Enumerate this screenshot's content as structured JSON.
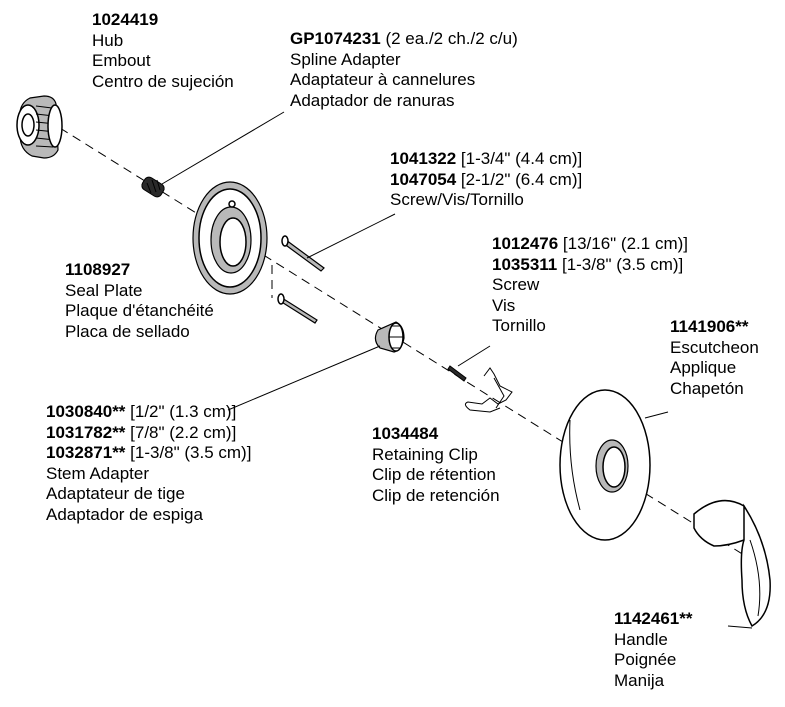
{
  "parts": [
    {
      "id": "hub",
      "number": "1024419",
      "spec": "",
      "asterisks": "",
      "names": [
        "Hub",
        "Embout",
        "Centro de sujeción"
      ]
    },
    {
      "id": "spline-adapter",
      "number": "GP1074231",
      "spec": " (2 ea./2 ch./2 c/u)",
      "asterisks": "",
      "names": [
        "Spline Adapter",
        "Adaptateur à cannelures",
        "Adaptador de ranuras"
      ]
    },
    {
      "id": "screw-long",
      "entries": [
        {
          "number": "1041322",
          "spec": " [1-3/4\" (4.4 cm)]"
        },
        {
          "number": "1047054",
          "spec": " [2-1/2\" (6.4 cm)]"
        }
      ],
      "names": [
        "Screw/Vis/Tornillo"
      ]
    },
    {
      "id": "seal-plate",
      "number": "1108927",
      "spec": "",
      "asterisks": "",
      "names": [
        "Seal Plate",
        "Plaque d'étanchéité",
        "Placa de sellado"
      ]
    },
    {
      "id": "screw-short",
      "entries": [
        {
          "number": "1012476",
          "spec": " [13/16\" (2.1 cm)]"
        },
        {
          "number": "1035311",
          "spec": " [1-3/8\" (3.5 cm)]"
        }
      ],
      "names": [
        "Screw",
        "Vis",
        "Tornillo"
      ]
    },
    {
      "id": "escutcheon",
      "number": "1141906",
      "spec": "",
      "asterisks": "**",
      "names": [
        "Escutcheon",
        "Applique",
        "Chapetón"
      ]
    },
    {
      "id": "stem-adapter",
      "entries": [
        {
          "number": "1030840",
          "asterisks": "**",
          "spec": " [1/2\" (1.3 cm)]"
        },
        {
          "number": "1031782",
          "asterisks": "**",
          "spec": " [7/8\" (2.2 cm)]"
        },
        {
          "number": "1032871",
          "asterisks": "**",
          "spec": " [1-3/8\" (3.5 cm)]"
        }
      ],
      "names": [
        "Stem Adapter",
        "Adaptateur de tige",
        "Adaptador de espiga"
      ]
    },
    {
      "id": "retaining-clip",
      "number": "1034484",
      "spec": "",
      "asterisks": "",
      "names": [
        "Retaining Clip",
        "Clip de rétention",
        "Clip de retención"
      ]
    },
    {
      "id": "handle",
      "number": "1142461",
      "spec": "",
      "asterisks": "**",
      "names": [
        "Handle",
        "Poignée",
        "Manija"
      ]
    }
  ]
}
